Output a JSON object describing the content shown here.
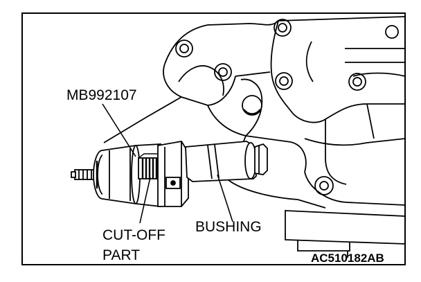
{
  "labels": {
    "tool": "MB992107",
    "cutoff_line1": "CUT-OFF",
    "cutoff_line2": "PART",
    "bushing": "BUSHING",
    "code": "AC510182AB"
  },
  "colors": {
    "ink": "#000000",
    "paper": "#ffffff"
  }
}
